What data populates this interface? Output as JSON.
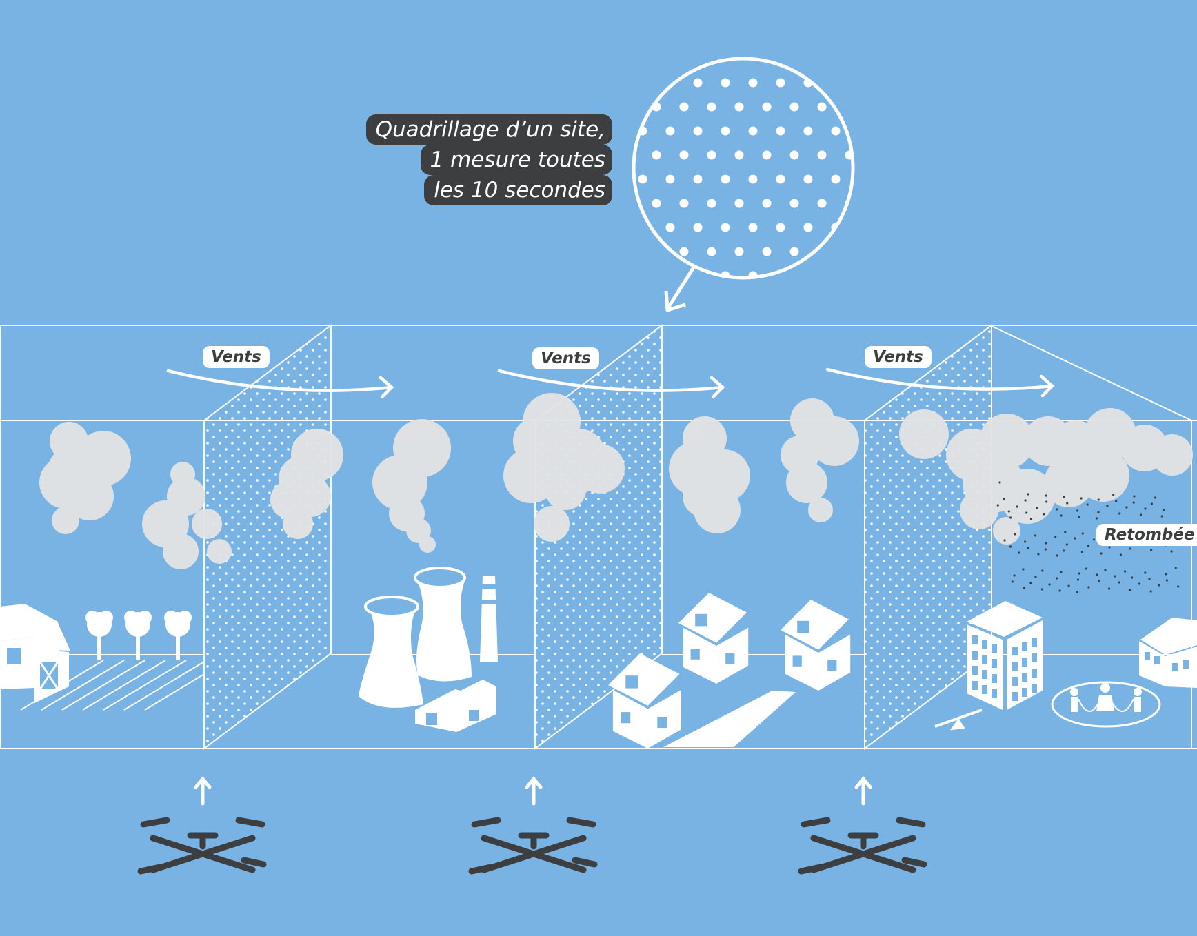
{
  "callout": {
    "lines": [
      "Quadrillage d’un site,",
      "1 mesure toutes",
      "les 10 secondes"
    ]
  },
  "labels": {
    "wind": [
      "Vents",
      "Vents",
      "Vents"
    ],
    "fallout": "Retombée"
  },
  "icons": {
    "drone": "drone-icon",
    "arrow": "up-arrow-icon",
    "factory": "power-plant-icon",
    "house": "house-icon",
    "farm": "barn-icon",
    "school": "school-icon",
    "building": "apartment-building-icon",
    "tree": "tree-icon",
    "cloud": "smoke-cloud-icon"
  },
  "colors": {
    "background": "#78b3e4",
    "line": "#ffffff",
    "smoke": "#e3e3e3",
    "dark": "#3d3e3f"
  }
}
